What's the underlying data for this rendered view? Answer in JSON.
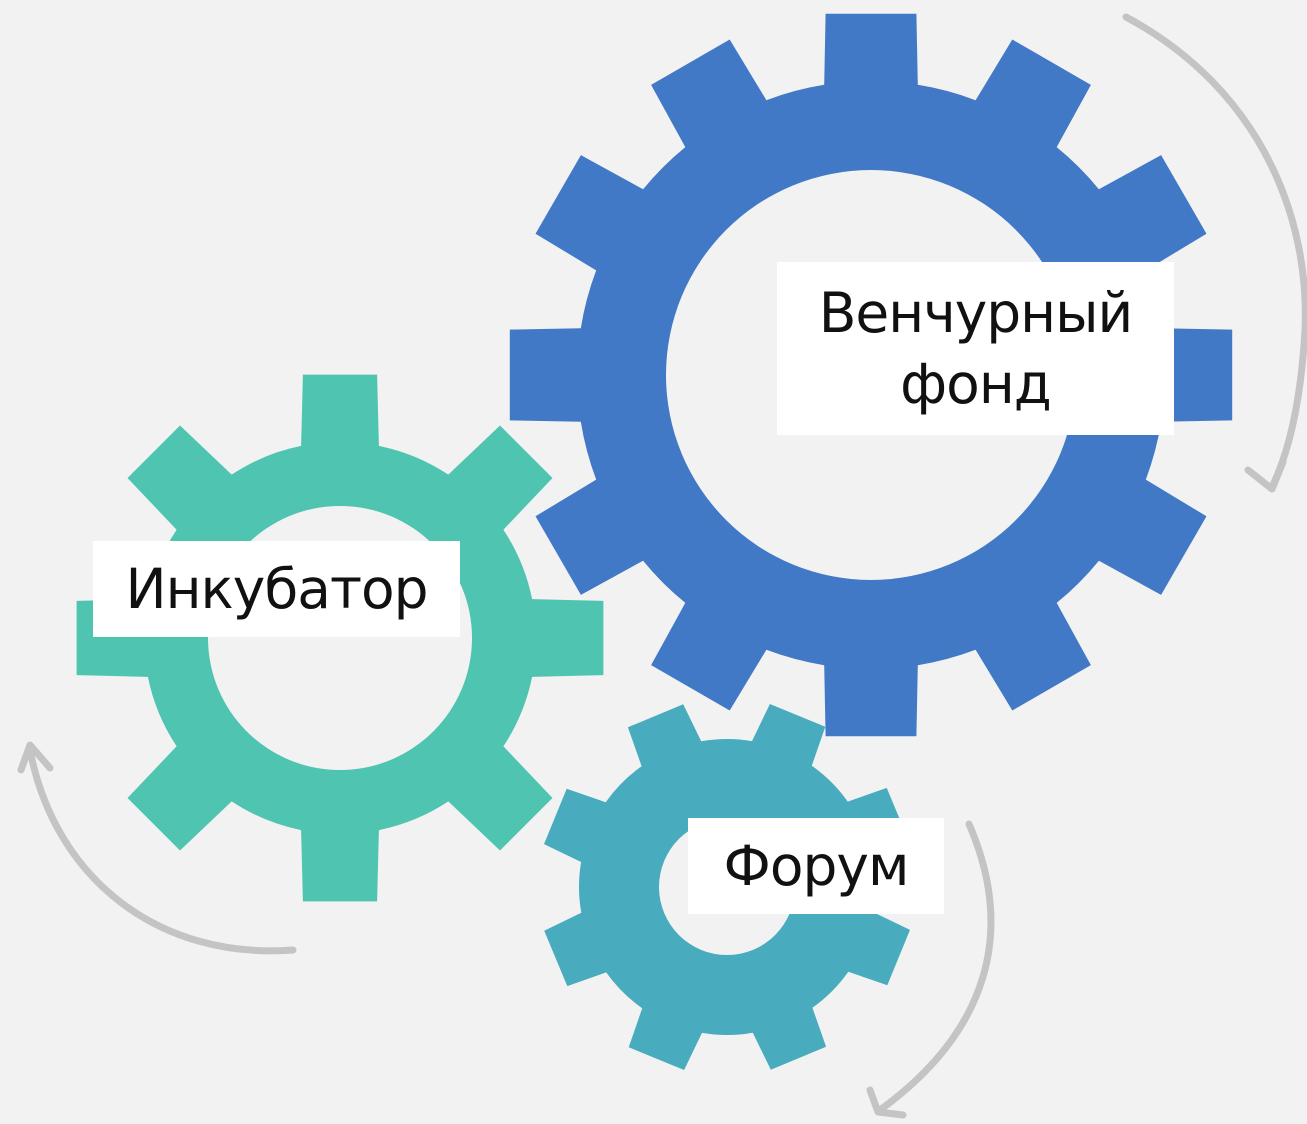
{
  "diagram": {
    "gears": {
      "venture": {
        "label_line1": "Венчурный",
        "label_line2": "фонд",
        "color": "#4279C6"
      },
      "incubator": {
        "label": "Инкубатор",
        "color": "#4FC4B0"
      },
      "forum": {
        "label": "Форум",
        "color": "#48ACBE"
      }
    },
    "arrow_color": "#C4C4C4",
    "background_color": "#F2F2F2",
    "label_background": "#FFFFFF"
  }
}
